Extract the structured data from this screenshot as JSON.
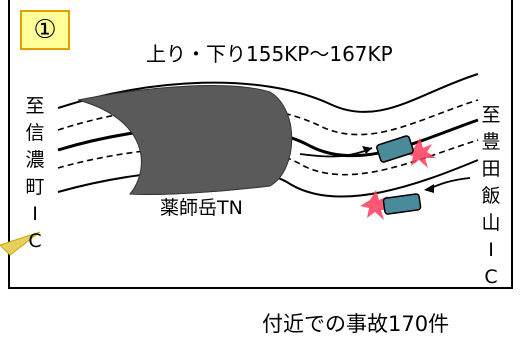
{
  "badge": {
    "label": "①"
  },
  "heading": {
    "text": "上り・下り155KP～167KP"
  },
  "left_destination": {
    "chars": [
      "至",
      "信",
      "濃",
      "町",
      "I",
      "C"
    ]
  },
  "right_destination": {
    "chars": [
      "至",
      "豊",
      "田",
      "飯",
      "山",
      "I",
      "C"
    ]
  },
  "tunnel": {
    "label": "薬師岳TN"
  },
  "footer": {
    "text": "付近での事故170件"
  },
  "colors": {
    "tunnel": "#5a5a5a",
    "badge_fill": "#ffff99",
    "badge_border": "#e0a000",
    "crash": "#ff3b5c",
    "car": "#4a8a9a",
    "callout": "#e8d060"
  }
}
